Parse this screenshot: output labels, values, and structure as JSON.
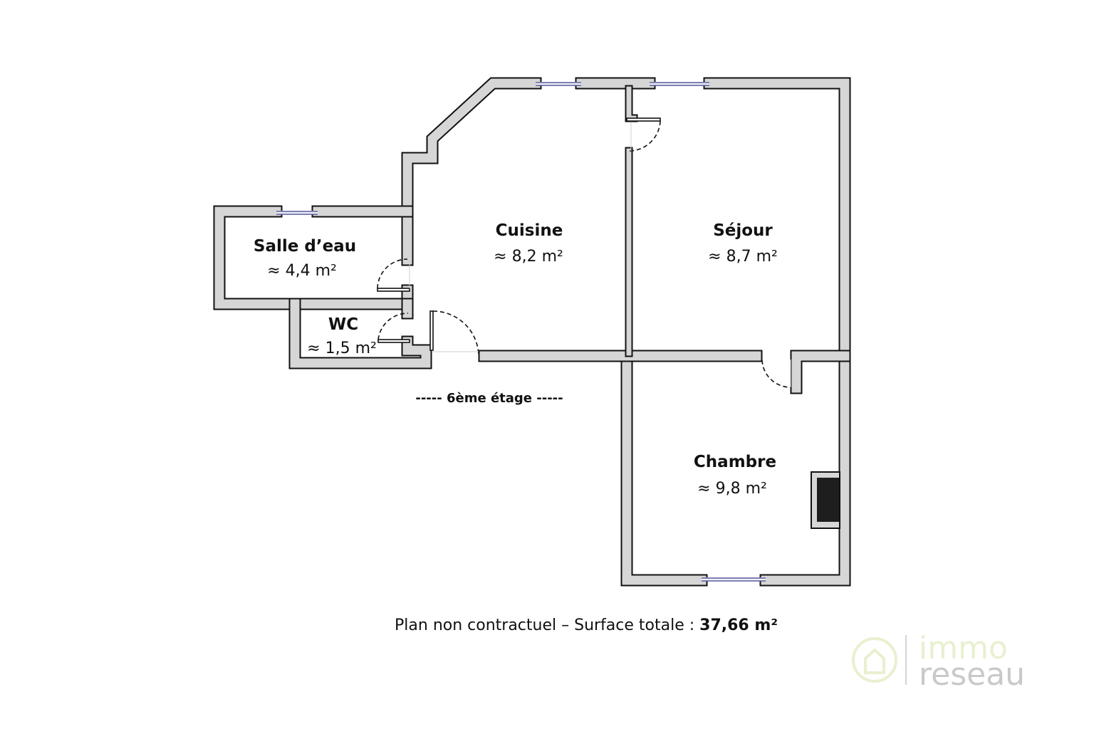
{
  "rooms": [
    {
      "name": "Salle d’eau",
      "area": "≈ 4,4 m²"
    },
    {
      "name": "Cuisine",
      "area": "≈ 8,2 m²"
    },
    {
      "name": "Séjour",
      "area": "≈ 8,7 m²"
    },
    {
      "name": "WC",
      "area": "≈ 1,5 m²"
    },
    {
      "name": "Chambre",
      "area": "≈ 9,8 m²"
    }
  ],
  "floor_label": "-----  6ème étage  -----",
  "footer": {
    "text": "Plan non contractuel – Surface totale : ",
    "total": "37,66 m²"
  },
  "logo": {
    "line1": "immo",
    "line2": "reseau"
  },
  "colors": {
    "wall": "#d6d6d6",
    "window": "#5a5a9a",
    "logo_green": "#e8f0d0",
    "logo_gray": "#c9c9c9"
  }
}
